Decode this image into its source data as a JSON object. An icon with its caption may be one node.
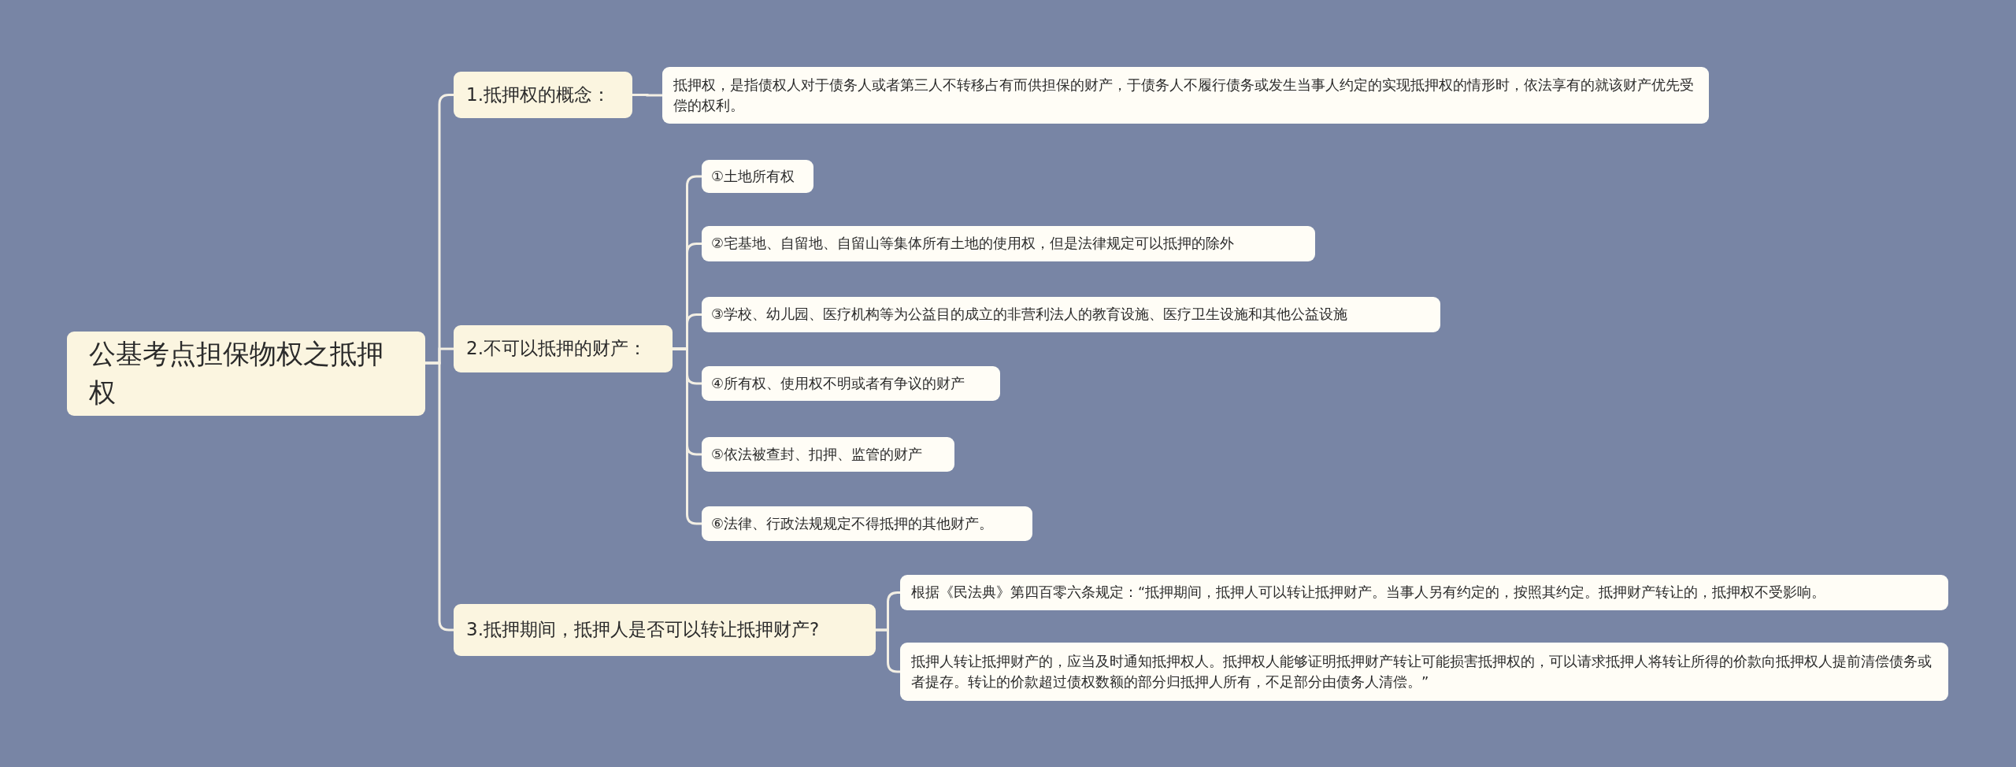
{
  "diagram": {
    "nodes": [
      {
        "text": [
          "公基考点担保物权之抵押权"
        ]
      },
      {
        "text": [
          "1.抵押权的概念："
        ]
      },
      {
        "text": [
          "抵押权，是指债权人对于债务人或者第三人不转移占有而供担保的财产，于债务人不履行债务或发生当事人约定的实现抵押权的情形时，依法享有的就该财产优先受偿的权利。"
        ]
      },
      {
        "text": [
          "2.不可以抵押的财产："
        ]
      },
      {
        "text": [
          "①土地所有权"
        ]
      },
      {
        "text": [
          "②宅基地、自留地、自留山等集体所有土地的使用权，但是法律规定可以抵押的除外"
        ]
      },
      {
        "text": [
          "③学校、幼儿园、医疗机构等为公益目的成立的非营利法人的教育设施、医疗卫生设施和其他公益设施"
        ]
      },
      {
        "text": [
          "④所有权、使用权不明或者有争议的财产"
        ]
      },
      {
        "text": [
          "⑤依法被查封、扣押、监管的财产"
        ]
      },
      {
        "text": [
          "⑥法律、行政法规规定不得抵押的其他财产。"
        ]
      },
      {
        "text": [
          "3.抵押期间，抵押人是否可以转让抵押财产?"
        ]
      },
      {
        "text": [
          "根据《民法典》第四百零六条规定：“抵押期间，抵押人可以转让抵押财产。当事人另有约定的，按照其约定。抵押财产转让的，抵押权不受影响。"
        ]
      },
      {
        "text": [
          "抵押人转让抵押财产的，应当及时通知抵押权人。抵押权人能够证明抵押财产转让可能损害抵押权的，可以请求抵押人将转让所得的价款向抵押权人提前清偿债务或者提存。转让的价款超过债权数额的部分归抵押人所有，不足部分由债务人清偿。”"
        ]
      }
    ],
    "edges": [
      {
        "from": 0,
        "to": 1,
        "arrow": "none"
      },
      {
        "from": 0,
        "to": 3,
        "arrow": "none"
      },
      {
        "from": 0,
        "to": 10,
        "arrow": "none"
      },
      {
        "from": 1,
        "to": 2,
        "arrow": "none"
      },
      {
        "from": 3,
        "to": 4,
        "arrow": "none"
      },
      {
        "from": 3,
        "to": 5,
        "arrow": "none"
      },
      {
        "from": 3,
        "to": 6,
        "arrow": "none"
      },
      {
        "from": 3,
        "to": 7,
        "arrow": "none"
      },
      {
        "from": 3,
        "to": 8,
        "arrow": "none"
      },
      {
        "from": 3,
        "to": 9,
        "arrow": "none"
      },
      {
        "from": 10,
        "to": 11,
        "arrow": "none"
      },
      {
        "from": 10,
        "to": 12,
        "arrow": "none"
      }
    ]
  }
}
